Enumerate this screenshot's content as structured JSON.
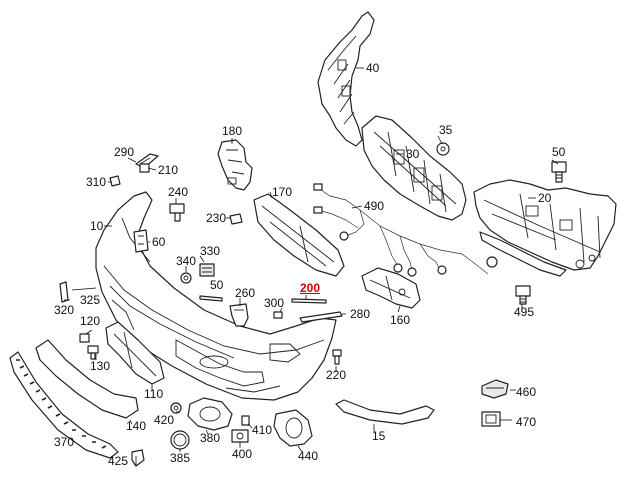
{
  "diagram": {
    "highlight_color": "#cc0000",
    "parts": [
      {
        "id": "p40",
        "label": "40"
      },
      {
        "id": "p35",
        "label": "35"
      },
      {
        "id": "p30",
        "label": "30"
      },
      {
        "id": "p50b",
        "label": "50"
      },
      {
        "id": "p20",
        "label": "20"
      },
      {
        "id": "p180",
        "label": "180"
      },
      {
        "id": "p290",
        "label": "290"
      },
      {
        "id": "p210",
        "label": "210"
      },
      {
        "id": "p310",
        "label": "310"
      },
      {
        "id": "p240",
        "label": "240"
      },
      {
        "id": "p170",
        "label": "170"
      },
      {
        "id": "p490",
        "label": "490"
      },
      {
        "id": "p10",
        "label": "10"
      },
      {
        "id": "p230",
        "label": "230"
      },
      {
        "id": "p60",
        "label": "60"
      },
      {
        "id": "p330",
        "label": "330"
      },
      {
        "id": "p340",
        "label": "340"
      },
      {
        "id": "p50",
        "label": "50"
      },
      {
        "id": "p200",
        "label": "200",
        "highlighted": true
      },
      {
        "id": "p260",
        "label": "260"
      },
      {
        "id": "p300",
        "label": "300"
      },
      {
        "id": "p280",
        "label": "280"
      },
      {
        "id": "p160",
        "label": "160"
      },
      {
        "id": "p495",
        "label": "495"
      },
      {
        "id": "p325",
        "label": "325"
      },
      {
        "id": "p320",
        "label": "320"
      },
      {
        "id": "p120",
        "label": "120"
      },
      {
        "id": "p130",
        "label": "130"
      },
      {
        "id": "p220",
        "label": "220"
      },
      {
        "id": "p460",
        "label": "460"
      },
      {
        "id": "p110",
        "label": "110"
      },
      {
        "id": "p470",
        "label": "470"
      },
      {
        "id": "p420",
        "label": "420"
      },
      {
        "id": "p410",
        "label": "410"
      },
      {
        "id": "p15",
        "label": "15"
      },
      {
        "id": "p140",
        "label": "140"
      },
      {
        "id": "p380",
        "label": "380"
      },
      {
        "id": "p370",
        "label": "370"
      },
      {
        "id": "p400",
        "label": "400"
      },
      {
        "id": "p440",
        "label": "440"
      },
      {
        "id": "p425",
        "label": "425"
      },
      {
        "id": "p385",
        "label": "385"
      }
    ]
  }
}
